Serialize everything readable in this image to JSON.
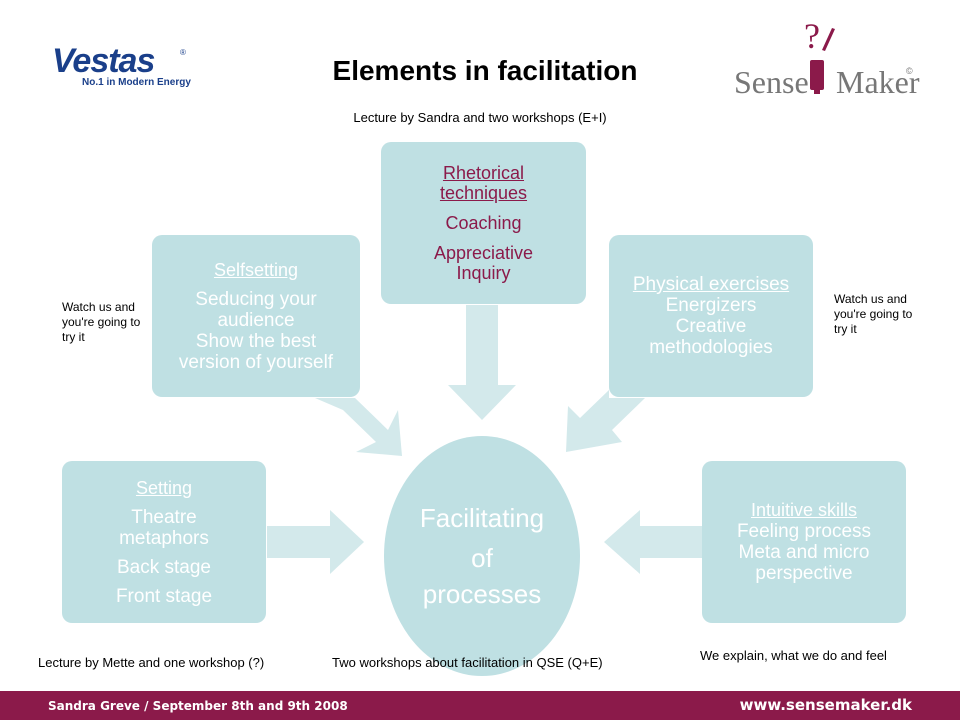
{
  "logos": {
    "vestas": {
      "word": "Vestas",
      "tagline": "No.1 in Modern Energy"
    },
    "sensemaker": {
      "word1": "Sense",
      "word2": "Maker"
    }
  },
  "title": "Elements in facilitation",
  "subtitle": "Lecture by Sandra and two workshops (E+I)",
  "boxes": {
    "selfsetting": {
      "heading": "Selfsetting",
      "lines": [
        "Seducing your",
        "audience",
        "Show the best",
        "version of yourself"
      ]
    },
    "rhetorical": {
      "heading": "Rhetorical techniques",
      "lines": [
        "Coaching",
        "Appreciative",
        "Inquiry"
      ]
    },
    "physical": {
      "heading": "Physical exercises",
      "lines": [
        "Energizers",
        "Creative",
        "methodologies"
      ]
    },
    "setting": {
      "heading": "Setting",
      "lines": [
        "Theatre",
        "metaphors",
        "Back stage",
        "Front stage"
      ]
    },
    "intuitive": {
      "heading": "Intuitive skills",
      "lines": [
        "Feeling process",
        "Meta and micro",
        "perspective"
      ]
    }
  },
  "center": {
    "lines": [
      "Facilitating",
      "of",
      "processes"
    ]
  },
  "notes": {
    "left": "Watch us and you're going to try it",
    "right": "Watch us and you're going to try it"
  },
  "bottom_notes": {
    "left": "Lecture by Mette and one workshop (?)",
    "middle": "Two workshops about facilitation in QSE (Q+E)",
    "right": "We explain, what we do and feel"
  },
  "footer": {
    "left": "Sandra Greve / September 8th and 9th 2008",
    "right": "www.sensemaker.dk"
  },
  "colors": {
    "box": "#bfe0e3",
    "arrow": "#d3e9eb",
    "accent": "#8b1a4a",
    "vestas_blue": "#1a3f8a"
  }
}
